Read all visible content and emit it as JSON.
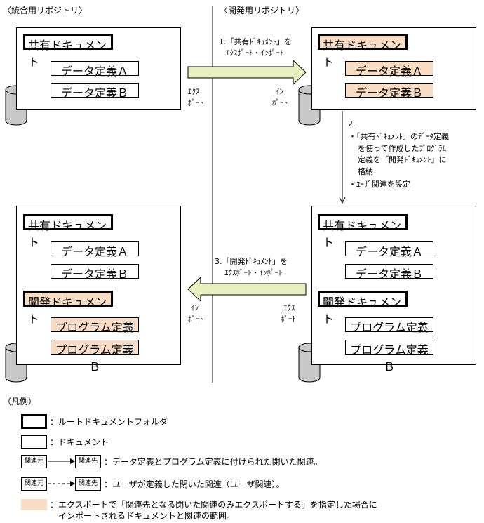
{
  "headers": {
    "integrated_repo": "〈統合用リポジトリ〉",
    "dev_repo": "〈開発用リポジトリ〉"
  },
  "docs": {
    "shared": "共有ドキュメント",
    "data_a": "データ定義Ａ",
    "data_b": "データ定義Ｂ",
    "dev": "開発ドキュメント",
    "prog_a": "プログラム定義Ａ",
    "prog_b": "プログラム定義Ｂ"
  },
  "steps": {
    "step1_line1": "1.「共有ﾄﾞｷｭﾒﾝﾄ」を",
    "step1_line2": "ｴｸｽﾎﾟｰﾄ・ｲﾝﾎﾟｰﾄ",
    "step2_num": "2.",
    "step2_line1": "・「共有ﾄﾞｷｭﾒﾝﾄ」のﾃﾞｰﾀ定義",
    "step2_line2": "を使って作成したﾌﾟﾛｸﾞﾗﾑ",
    "step2_line3": "定義を「開発ﾄﾞｷｭﾒﾝﾄ」に",
    "step2_line4": "格納",
    "step2_line5": "・ﾕｰｻﾞ関連を設定",
    "step3_line1": "3.「開発ﾄﾞｷｭﾒﾝﾄ」を",
    "step3_line2": "ｴｸｽﾎﾟｰﾄ・ｲﾝﾎﾟｰﾄ"
  },
  "arrow_labels": {
    "export_1": "ｴｸｽ",
    "export_2": "ﾎﾟｰﾄ",
    "import_1": "ｲﾝ",
    "import_2": "ﾎﾟｰﾄ"
  },
  "legend": {
    "title": "（凡例）",
    "root_folder": "：ルートドキュメントフォルダ",
    "document": "：ドキュメント",
    "rel_from": "関連元",
    "rel_to": "関連先",
    "closed_rel": "：データ定義とプログラム定義に付けられた閉いた関連。",
    "user_rel": "：ユーザが定義した閉いた関連（ユーザ関連）。",
    "scope_line1": "：エクスポートで「関連先となる閉いた関連のみエクスポートする」を指定した場合に",
    "scope_line2": "　インポートされるドキュメントと関連の範囲。"
  },
  "colors": {
    "highlight": "#f9dcc4",
    "arrow_fill": "#e8efc1",
    "cylinder": "#c8c8c8"
  }
}
